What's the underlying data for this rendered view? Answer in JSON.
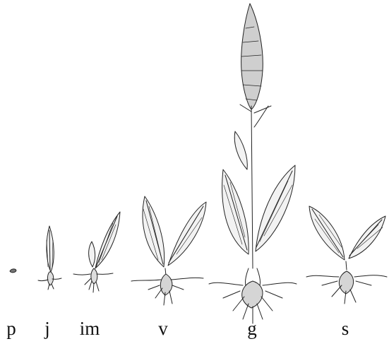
{
  "figure": {
    "colors": {
      "ink": "#222222",
      "background": "#ffffff"
    },
    "stages": [
      {
        "id": "p",
        "label": "p"
      },
      {
        "id": "j",
        "label": "j"
      },
      {
        "id": "im",
        "label": "im"
      },
      {
        "id": "v",
        "label": "v"
      },
      {
        "id": "g",
        "label": "g"
      },
      {
        "id": "s",
        "label": "s"
      }
    ]
  }
}
